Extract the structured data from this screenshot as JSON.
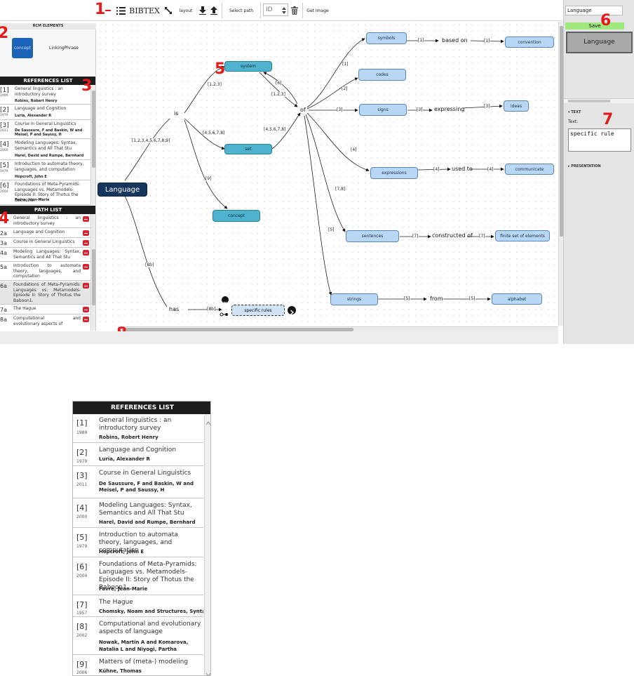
{
  "toolbar": {
    "bibtex_label": "BIBTEX",
    "layout_label": "layout",
    "select_path_label": "Select path",
    "path_id_placeholder": "ID",
    "get_image_label": "Get Image"
  },
  "annotations": [
    "1",
    "2",
    "3",
    "4",
    "5",
    "6",
    "7",
    "8"
  ],
  "rcm_elements": {
    "title": "RCM ELEMENTS",
    "concept_label": "concept",
    "linking_phrase_label": "LinkingPhrase"
  },
  "references_list": {
    "title": "REFERENCES LIST",
    "items": [
      {
        "num": "[1]",
        "year": "1989",
        "title": "General linguistics : an introductory survey",
        "authors": "Robins, Robert Henry"
      },
      {
        "num": "[2]",
        "year": "1979",
        "title": "Language and Cognition",
        "authors": "Luria, Alexander R"
      },
      {
        "num": "[3]",
        "year": "2011",
        "title": "Course in General Linguistics",
        "authors": "De Saussure, F and Baskin, W and Meisel, P and Saussy, H"
      },
      {
        "num": "[4]",
        "year": "2000",
        "title": "Modeling Languages: Syntax, Semantics and All That Stu",
        "authors": "Harel, David and Rumpe, Bernhard"
      },
      {
        "num": "[5]",
        "year": "1979",
        "title": "Introduction to automata theory, languages, and computation",
        "authors": "Hopcroft, John E"
      },
      {
        "num": "[6]",
        "year": "2004",
        "title": "Foundations of Meta-Pyramids: Languages vs. Metamodels-Episode II: Story of Thotus the Baboon1.",
        "authors": "Favre, Jean-Marie"
      },
      {
        "num": "[7]",
        "year": "1957",
        "title": "The Hague",
        "authors": "Chomsky, Noam and Structures, Syntactic"
      },
      {
        "num": "[8]",
        "year": "2002",
        "title": "Computational and evolutionary aspects of language",
        "authors": "Nowak, Martin A and Komarova, Natalia L and Niyogi, Partha"
      },
      {
        "num": "[9]",
        "year": "2006",
        "title": "Matters of (meta-) modeling",
        "authors": "Kühne, Thomas"
      }
    ]
  },
  "path_list": {
    "title": "PATH LIST",
    "items": [
      {
        "id": "1",
        "text": "General linguistics : an introductory survey"
      },
      {
        "id": "2a",
        "text": "Language and Cognition"
      },
      {
        "id": "3a",
        "text": "Course in General Linguistics"
      },
      {
        "id": "4a",
        "text": "Modeling Languages: Syntax, Semantics and All That Stu"
      },
      {
        "id": "5a",
        "text": "Introduction to automata theory, languages, and computation"
      },
      {
        "id": "6a",
        "text": "Foundations of Meta-Pyramids: Languages vs. Metamodels-Episode II: Story of Thotus the Baboon1."
      },
      {
        "id": "7a",
        "text": "The Hague"
      },
      {
        "id": "8a",
        "text": "Computational and evolutionary aspects of"
      }
    ]
  },
  "concept_map": {
    "concepts": {
      "language": "Language",
      "system": "system",
      "set": "set",
      "concept": "concept",
      "symbols": "symbols",
      "codes": "codes",
      "signs": "signs",
      "expressions": "expressions",
      "sentences": "sentences",
      "strings": "strings",
      "convention": "convention",
      "ideas": "ideas",
      "communicate": "communicate",
      "finite_set": "finite set of elements",
      "alphabet": "alphabet",
      "specific_rules": "specific rules"
    },
    "phrases": {
      "is": "is",
      "of": "of",
      "has": "has",
      "based_on": "based on",
      "expressing": "expressing",
      "used_to": "used to",
      "constructed_of": "constructed of",
      "from": "from"
    },
    "edge_labels": {
      "is_all": "[1,2,3,4,5,6,7,8,9]",
      "is_system": "[1,2,3]",
      "is_set": "[4,5,6,7,8]",
      "is_concept": "[9]",
      "system_of": "[6]",
      "of_system": "[1,2,3]",
      "set_of": "[4,5,6,7,8]",
      "of_symbols": "[1]",
      "of_codes": "[2]",
      "of_signs": "[3]",
      "of_expressions": "[4]",
      "of_sentences": "[7,8]",
      "of_strings": "[5]",
      "symbols_based": "[1]",
      "based_convention": "[1]",
      "signs_expressing": "[3]",
      "expressing_ideas": "[3]",
      "expr_used": "[4]",
      "used_comm": "[4]",
      "sent_constructed": "[7]",
      "constructed_finite": "[7]",
      "strings_from": "[5]",
      "from_alphabet": "[5]",
      "has_all": "[8b]",
      "has_rules": "[8b]"
    }
  },
  "right_panel": {
    "concept_field_value": "Language",
    "save_label": "Save",
    "preview_label": "Language",
    "text_section": "TEXT",
    "text_label": "Text:",
    "text_value": "specific rule",
    "presentation_section": "PRESENTATION"
  },
  "zoom_references": {
    "title": "REFERENCES LIST"
  },
  "colors": {
    "dark_concept": "#16365e",
    "mid_concept": "#4fb3d0",
    "light_concept": "#b7d7f5",
    "delete_button": "#d9232e",
    "save_button": "#9ee87e",
    "annotation": "#e31b1b"
  }
}
